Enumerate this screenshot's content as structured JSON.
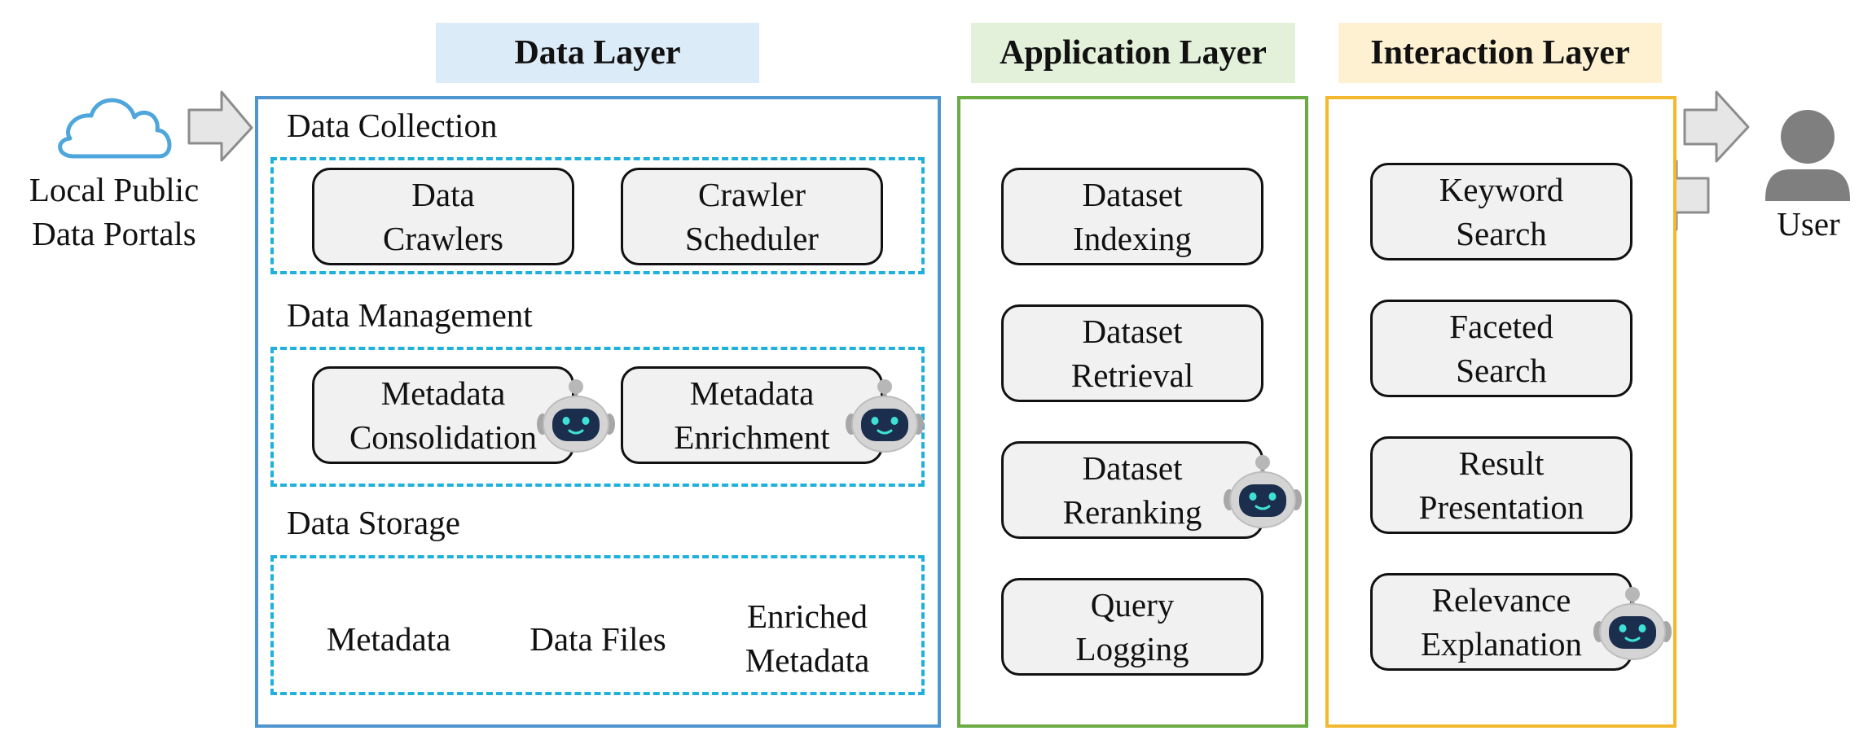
{
  "colors": {
    "data_layer": "#4f95cf",
    "data_layer_bg": "#dcebf8",
    "application_layer": "#6aab44",
    "application_layer_bg": "#e3f0da",
    "interaction_layer": "#f2b92f",
    "interaction_layer_bg": "#fdf1d2",
    "dashed_group": "#1fb1dc",
    "robot_face": "#1c2e4d",
    "robot_eye": "#3fe1d6"
  },
  "source": {
    "icon": "cloud-icon",
    "label_lines": [
      "Local Public",
      "Data Portals"
    ]
  },
  "user": {
    "icon": "user-icon",
    "label": "User"
  },
  "layers": {
    "data": {
      "title": "Data Layer",
      "sections": [
        {
          "title": "Data Collection",
          "components": [
            {
              "lines": [
                "Data",
                "Crawlers"
              ],
              "ai": false
            },
            {
              "lines": [
                "Crawler",
                "Scheduler"
              ],
              "ai": false
            }
          ]
        },
        {
          "title": "Data Management",
          "components": [
            {
              "lines": [
                "Metadata",
                "Consolidation"
              ],
              "ai": true
            },
            {
              "lines": [
                "Metadata",
                "Enrichment"
              ],
              "ai": true
            }
          ]
        },
        {
          "title": "Data Storage",
          "stores": [
            {
              "lines": [
                "Metadata"
              ]
            },
            {
              "lines": [
                "Data Files"
              ]
            },
            {
              "lines": [
                "Enriched",
                "Metadata"
              ]
            }
          ]
        }
      ]
    },
    "application": {
      "title": "Application Layer",
      "components": [
        {
          "lines": [
            "Dataset",
            "Indexing"
          ],
          "ai": false
        },
        {
          "lines": [
            "Dataset",
            "Retrieval"
          ],
          "ai": false
        },
        {
          "lines": [
            "Dataset",
            "Reranking"
          ],
          "ai": true
        },
        {
          "lines": [
            "Query",
            "Logging"
          ],
          "ai": false
        }
      ]
    },
    "interaction": {
      "title": "Interaction Layer",
      "components": [
        {
          "lines": [
            "Keyword",
            "Search"
          ],
          "ai": false
        },
        {
          "lines": [
            "Faceted",
            "Search"
          ],
          "ai": false
        },
        {
          "lines": [
            "Result",
            "Presentation"
          ],
          "ai": false
        },
        {
          "lines": [
            "Relevance",
            "Explanation"
          ],
          "ai": true
        }
      ]
    }
  }
}
